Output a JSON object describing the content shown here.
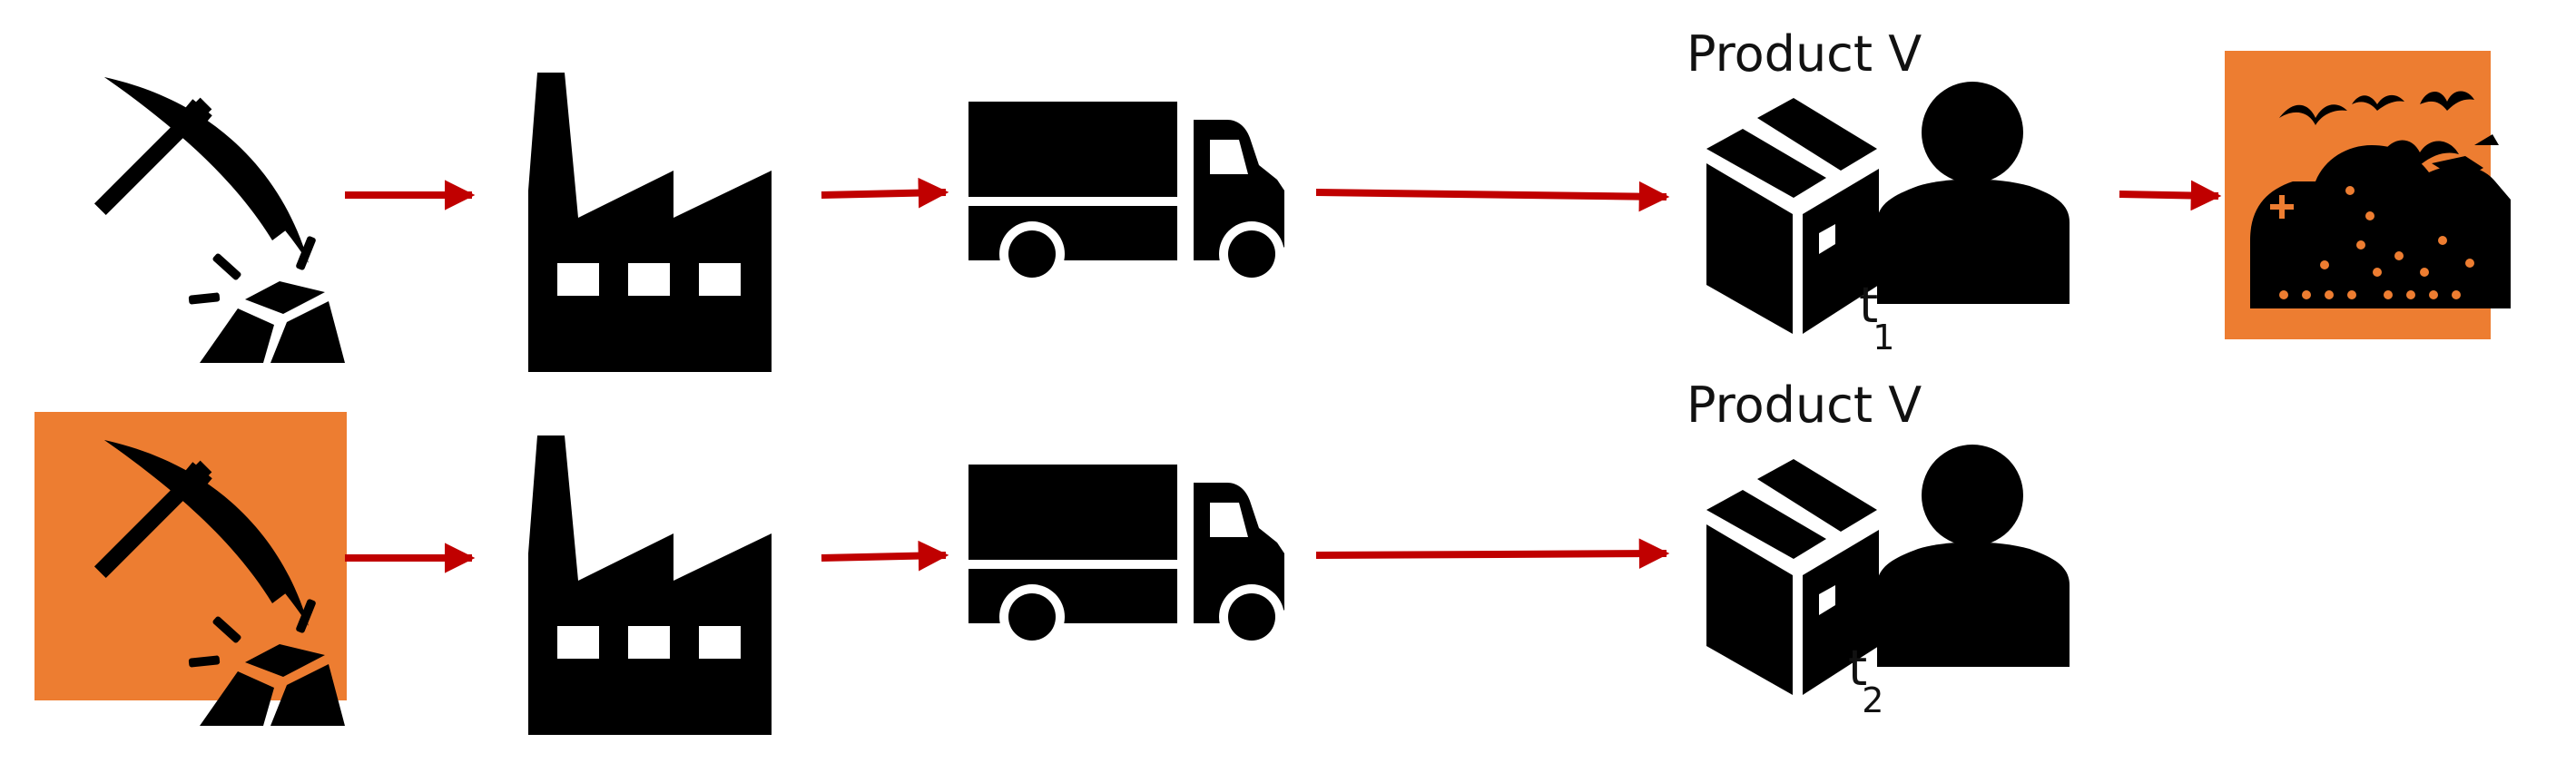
{
  "colors": {
    "arrow": "#c00000",
    "highlight": "#ed7d31",
    "icon": "#000000"
  },
  "rows": [
    {
      "label": "Product V",
      "time_label": {
        "base": "t",
        "subscript": "1"
      },
      "highlight": "end-of-life"
    },
    {
      "label": "Product V",
      "time_label": {
        "base": "t",
        "subscript": "2"
      },
      "highlight": "mining"
    }
  ],
  "icons": [
    "mining-icon",
    "factory-icon",
    "truck-icon",
    "package-icon",
    "person-icon",
    "landfill-icon"
  ]
}
